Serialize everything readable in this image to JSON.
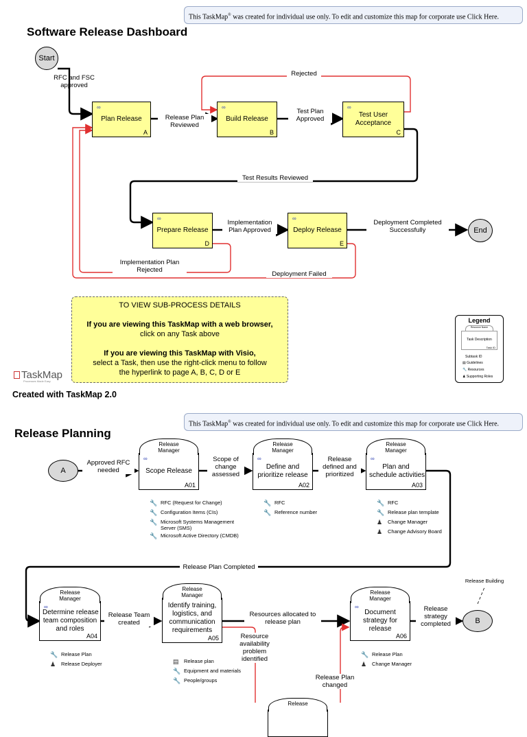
{
  "banner": {
    "text_a": "This TaskMap",
    "reg": "®",
    "text_b": " was created for individual use only. To edit and customize this map for corporate use Click Here."
  },
  "dashboard": {
    "title": "Software Release Dashboard",
    "start": "Start",
    "end": "End",
    "tasks": {
      "a": {
        "label": "Plan Release",
        "code": "A"
      },
      "b": {
        "label": "Build Release",
        "code": "B"
      },
      "c": {
        "label": "Test User Acceptance",
        "code": "C"
      },
      "d": {
        "label": "Prepare Release",
        "code": "D"
      },
      "e": {
        "label": "Deploy Release",
        "code": "E"
      }
    },
    "labels": {
      "rfc": "RFC and FSC\napproved",
      "rel_plan_rev": "Release Plan\nReviewed",
      "test_plan": "Test Plan\nApproved",
      "rejected": "Rejected",
      "test_results": "Test Results Reviewed",
      "impl_approved": "Implementation\nPlan Approved",
      "deploy_complete": "Deployment Completed\nSuccessfully",
      "impl_rejected": "Implementation Plan\nRejected",
      "deploy_failed": "Deployment Failed"
    },
    "note": {
      "l1": "TO VIEW SUB-PROCESS DETAILS",
      "l2": "If you are viewing this TaskMap with a web browser,",
      "l3": "click on any Task above",
      "l4": "If you are viewing this TaskMap with Visio,",
      "l5": "select a Task, then use the right-click menu to follow",
      "l6": "the hyperlink to page A, B, C, D or E"
    },
    "logo": "TaskMap",
    "logo_tag": "Processes Made Easy",
    "created": "Created with TaskMap 2.0",
    "legend": {
      "title": "Legend",
      "r1": "Resource Name",
      "r2": "Task Description",
      "r3": "Task ID",
      "r4": "Subtask ID",
      "r5": "Guidelines",
      "r6": "Resources",
      "r7": "Supporting Roles"
    }
  },
  "planning": {
    "title": "Release Planning",
    "start": "A",
    "end": "B",
    "release_building": "Release Building",
    "tasks": {
      "a01": {
        "role": "Release\nManager",
        "label": "Scope Release",
        "code": "A01"
      },
      "a02": {
        "role": "Release\nManager",
        "label": "Define and\nprioritize release",
        "code": "A02"
      },
      "a03": {
        "role": "Release\nManager",
        "label": "Plan and\nschedule activities",
        "code": "A03"
      },
      "a04": {
        "role": "Release\nManager",
        "label": "Determine release\nteam composition\nand roles",
        "code": "A04"
      },
      "a05": {
        "role": "Release\nManager",
        "label": "Identify training,\nlogistics, and\ncommunication\nrequirements",
        "code": "A05"
      },
      "a06": {
        "role": "Release\nManager",
        "label": "Document\nstrategy for\nrelease",
        "code": "A06"
      },
      "a07": {
        "role": "Release"
      }
    },
    "labels": {
      "approved_rfc": "Approved RFC\nneeded",
      "scope_assessed": "Scope of\nchange\nassessed",
      "rel_defined": "Release\ndefined and\nprioritized",
      "plan_completed": "Release Plan Completed",
      "team_created": "Release Team\ncreated",
      "resources_alloc": "Resources allocated to\nrelease plan",
      "strategy_completed": "Release\nstrategy\ncompleted",
      "resource_problem": "Resource\navailability\nproblem\nidentified",
      "plan_changed": "Release Plan\nchanged"
    },
    "resources": {
      "a01": [
        "RFC (Request for Change)",
        "Configuration Items (CIs)",
        "Microsoft Systems Management\nServer (SMS)",
        "Microsoft Active Directory (CMDB)"
      ],
      "a02": [
        "RFC",
        "Reference number"
      ],
      "a03": [
        "RFC",
        "Release plan template",
        "Change Manager",
        "Change Advisory Board"
      ],
      "a04": [
        "Release Plan",
        "Release Deployer"
      ],
      "a05": [
        "Release plan",
        "Equipment and materials",
        "People/groups"
      ],
      "a06": [
        "Release Plan",
        "Change Manager"
      ]
    },
    "resource_icons": {
      "a01": [
        "wrench-icon",
        "wrench-icon",
        "wrench-icon",
        "wrench-icon"
      ],
      "a02": [
        "wrench-icon",
        "wrench-icon"
      ],
      "a03": [
        "wrench-icon",
        "wrench-icon",
        "person-icon",
        "person-icon"
      ],
      "a04": [
        "wrench-icon",
        "person-icon"
      ],
      "a05": [
        "document-icon",
        "wrench-icon",
        "wrench-icon"
      ],
      "a06": [
        "wrench-icon",
        "person-icon"
      ]
    }
  },
  "colors": {
    "task_fill": "#ffff99",
    "reject_line": "#e03030",
    "node_fill": "#d9d9d9",
    "banner_fill": "#eef2fa"
  }
}
